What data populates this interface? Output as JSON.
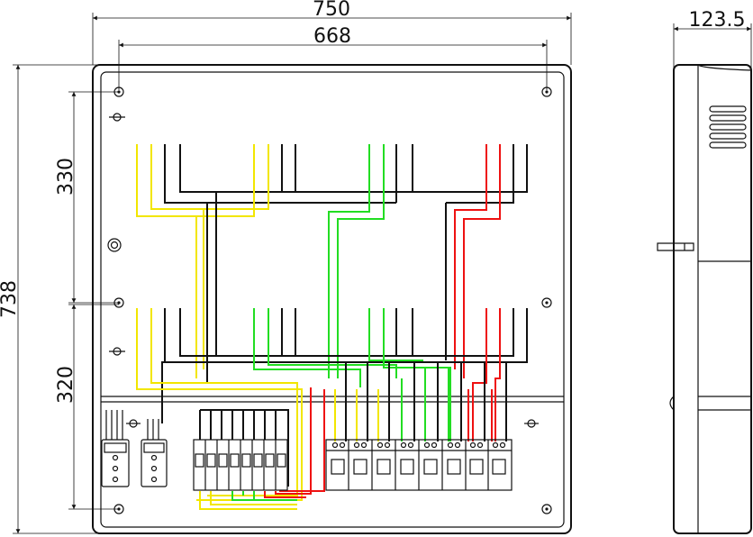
{
  "dimensions": {
    "width_overall": "750",
    "width_mounting": "668",
    "height_overall": "738",
    "height_upper": "330",
    "height_lower": "320",
    "depth": "123.5"
  },
  "wire_colors": {
    "phase_l1": "#f2e600",
    "phase_l2": "#22dd22",
    "phase_l3": "#ee1111",
    "neutral": "#111111"
  }
}
